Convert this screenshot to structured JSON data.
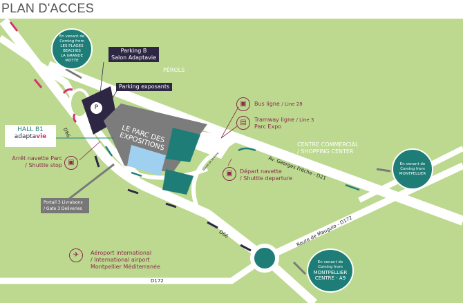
{
  "title": "PLAN D'ACCES",
  "labels": {
    "parking_b": [
      "Parking B",
      "Salon Adaptavie"
    ],
    "parking_exposants": "Parking exposants",
    "perols": "PÉROLS",
    "parc": [
      "LE PARC DES",
      "EXPOSITIONS"
    ],
    "hall": "HALL B1",
    "brand": {
      "main": "adapta",
      "accent": "vie"
    },
    "parking_letter": "P",
    "bus": {
      "fr": "Bus ligne",
      "en": "/ Line 28"
    },
    "tram": {
      "fr": "Tramway ligne",
      "en": "/ Line 3",
      "stop": "Parc Expo"
    },
    "shuttle_stop": [
      "Arrêt navette Parc",
      "/ Shuttle stop"
    ],
    "shuttle_departure": [
      "Départ navette",
      "/ Shuttle departure"
    ],
    "shopping": [
      "CENTRE COMMERCIAL",
      "/ SHOPPING CENTER"
    ],
    "gate": [
      "Portail 3 Livraisons",
      "/ Gate 3 Deliveries"
    ],
    "airport": [
      "Aéroport international",
      "/ International airport",
      "Montpellier Méditerranée"
    ]
  },
  "roads": {
    "d66a": "D66",
    "d66b": "D66",
    "foire": "Route de la Foire",
    "freche": "Av. Georges Frêche - D21",
    "mauguio": "Route de Mauguio - D172",
    "d172": "D172"
  },
  "origins": {
    "plages": [
      "En venant de",
      "Coming from",
      "LES PLAGES",
      "BEACHES",
      "LA GRANDE",
      "MOTTE"
    ],
    "montpellier": [
      "En venant de",
      "Coming from",
      "MONTPELLIER"
    ],
    "centre": [
      "En venant de",
      "Coming from",
      "MONTPELLIER",
      "CENTRE - A9"
    ]
  },
  "colors": {
    "grass": "#bcd98f",
    "teal": "#1f7d78",
    "plum": "#8a2a4a",
    "grey": "#7a7a7a"
  }
}
